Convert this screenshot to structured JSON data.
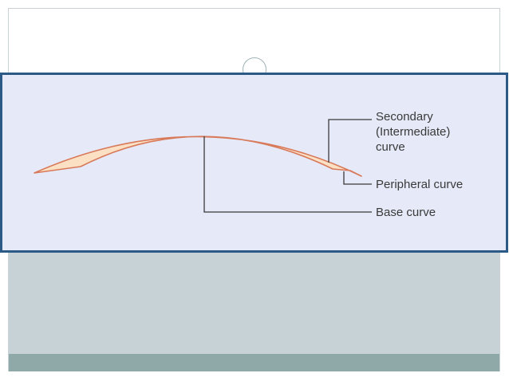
{
  "diagram": {
    "labels": {
      "secondary_line1": "Secondary",
      "secondary_line2": "(Intermediate)",
      "secondary_line3": "curve",
      "peripheral": "Peripheral curve",
      "base": "Base curve"
    },
    "colors": {
      "lens_fill": "#fbe0c4",
      "lens_edge": "#d8795a",
      "leader_line": "#3a3a3a",
      "panel_background": "#e6e9f7",
      "panel_border": "#2c5a86"
    }
  },
  "slide": {
    "lower_band_color": "#c6d2d6",
    "footer_band_color": "#8fa8a8"
  }
}
